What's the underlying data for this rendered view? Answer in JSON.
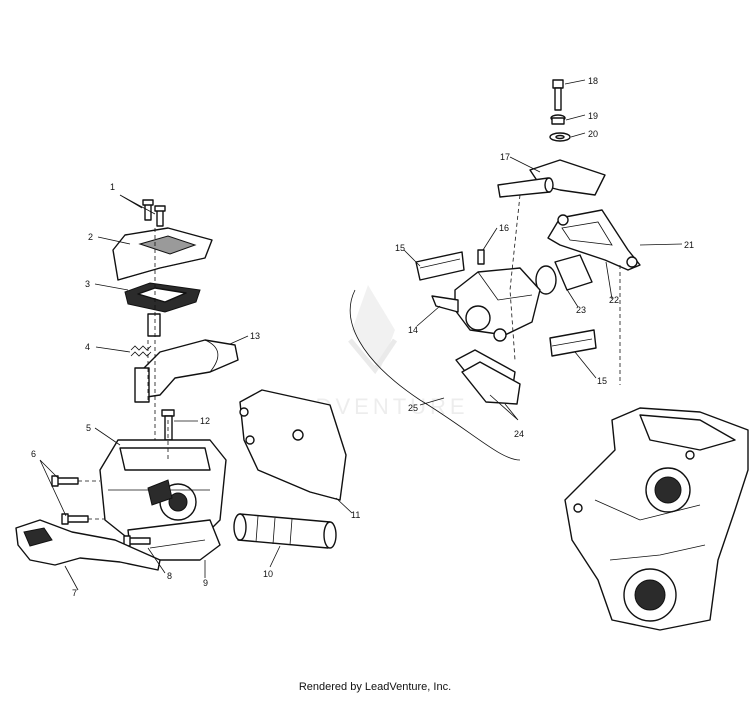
{
  "callouts": [
    "1",
    "2",
    "3",
    "4",
    "5",
    "6",
    "7",
    "8",
    "9",
    "10",
    "11",
    "12",
    "13",
    "14",
    "15",
    "15",
    "16",
    "17",
    "18",
    "19",
    "20",
    "21",
    "22",
    "23",
    "24",
    "25"
  ],
  "watermark": "LEADVENTURE",
  "footer": "Rendered by LeadVenture, Inc."
}
